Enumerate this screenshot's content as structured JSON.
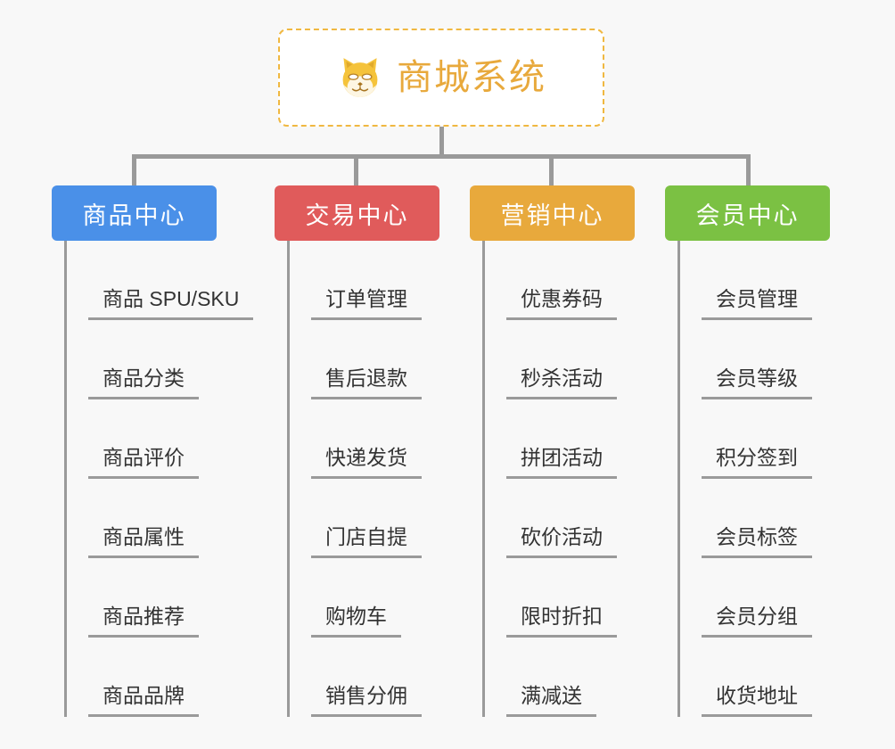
{
  "background_color": "#f8f8f8",
  "root": {
    "icon": "shiba-dog-emoji",
    "title": "商城系统",
    "title_color": "#e8a93c",
    "border_color": "#f0b841"
  },
  "connector_color": "#9a9a9a",
  "columns": [
    {
      "id": "product-center",
      "label": "商品中心",
      "color": "#4a90e8",
      "items": [
        "商品 SPU/SKU",
        "商品分类",
        "商品评价",
        "商品属性",
        "商品推荐",
        "商品品牌"
      ]
    },
    {
      "id": "trade-center",
      "label": "交易中心",
      "color": "#e05b5b",
      "items": [
        "订单管理",
        "售后退款",
        "快递发货",
        "门店自提",
        "购物车",
        "销售分佣"
      ]
    },
    {
      "id": "marketing-center",
      "label": "营销中心",
      "color": "#e8a93c",
      "items": [
        "优惠券码",
        "秒杀活动",
        "拼团活动",
        "砍价活动",
        "限时折扣",
        "满减送"
      ]
    },
    {
      "id": "member-center",
      "label": "会员中心",
      "color": "#7bc143",
      "items": [
        "会员管理",
        "会员等级",
        "积分签到",
        "会员标签",
        "会员分组",
        "收货地址"
      ]
    }
  ]
}
